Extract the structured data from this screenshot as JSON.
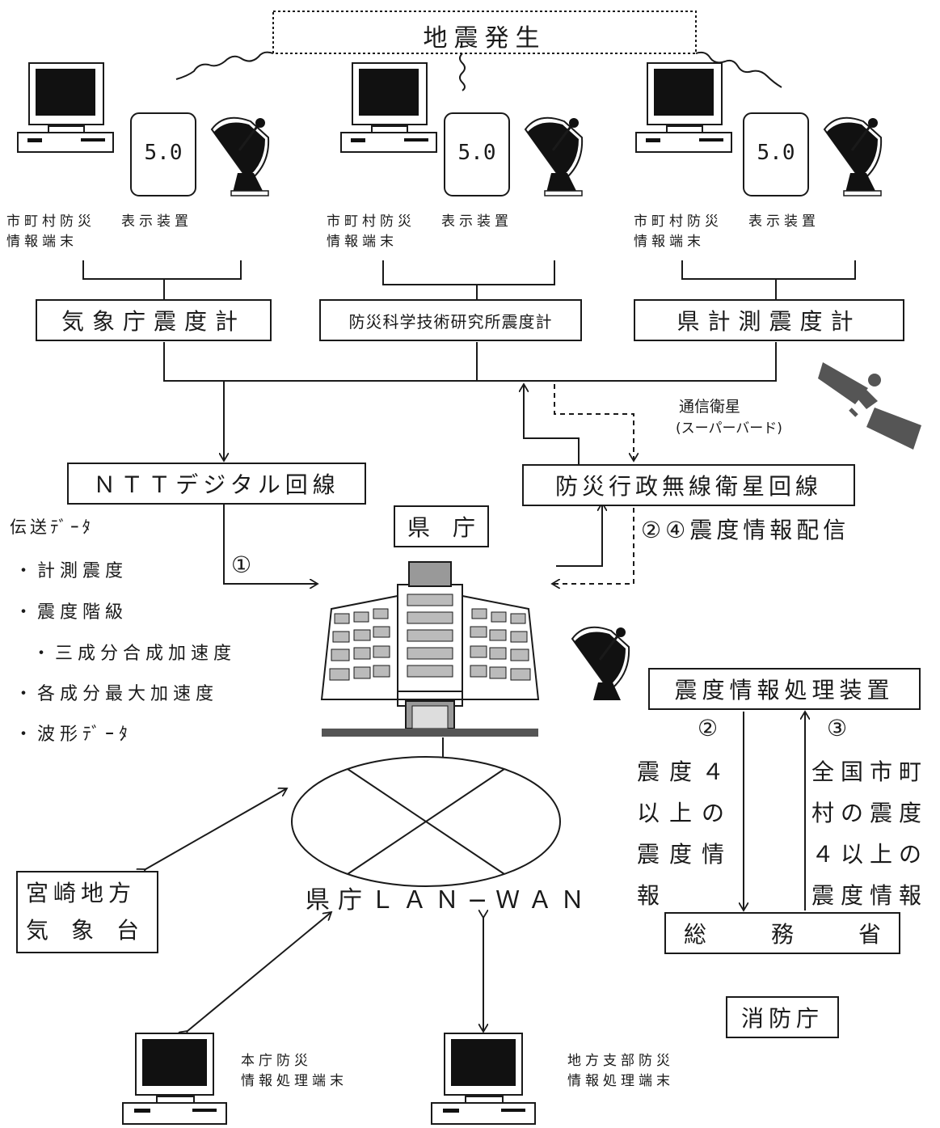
{
  "event": "地震発生",
  "display_value": "5.0",
  "site_labels": {
    "terminal_line1": "市町村防災",
    "terminal_line2": "情報端末",
    "display": "表示装置"
  },
  "seismometers": {
    "jma": "気象庁震度計",
    "nied": "防災科学技術研究所震度計",
    "pref": "県計測震度計"
  },
  "satellite": {
    "line1": "通信衛星",
    "line2": "(スーパーバード)"
  },
  "ntt": "ＮＴＴデジタル回線",
  "sat_line": "防災行政無線衛星回線",
  "kencho": "県　庁",
  "dist_label": "②④震度情報配信",
  "marker1": "①",
  "data_title": "伝送ﾃﾞｰﾀ",
  "data_items": [
    "・計測震度",
    "・震度階級",
    "・三成分合成加速度",
    "・各成分最大加速度",
    "・波形ﾃﾞｰﾀ"
  ],
  "processor": "震度情報処理装置",
  "left_col": {
    "num": "②",
    "lines": [
      "震度４",
      "以上の",
      "震度情",
      "報"
    ]
  },
  "right_col": {
    "num": "③",
    "lines": [
      "全国市町",
      "村の震度",
      "４以上の",
      "震度情報"
    ]
  },
  "soumu": [
    "総",
    "務",
    "省"
  ],
  "shoubou": "消防庁",
  "met_office": {
    "line1": "宮崎地方",
    "line2": "気　象　台"
  },
  "lan": "県庁ＬＡＮ−ＷＡＮ",
  "hq_terminal": {
    "line1": "本庁防災",
    "line2": "情報処理端末"
  },
  "branch_terminal": {
    "line1": "地方支部防災",
    "line2": "情報処理端末"
  }
}
